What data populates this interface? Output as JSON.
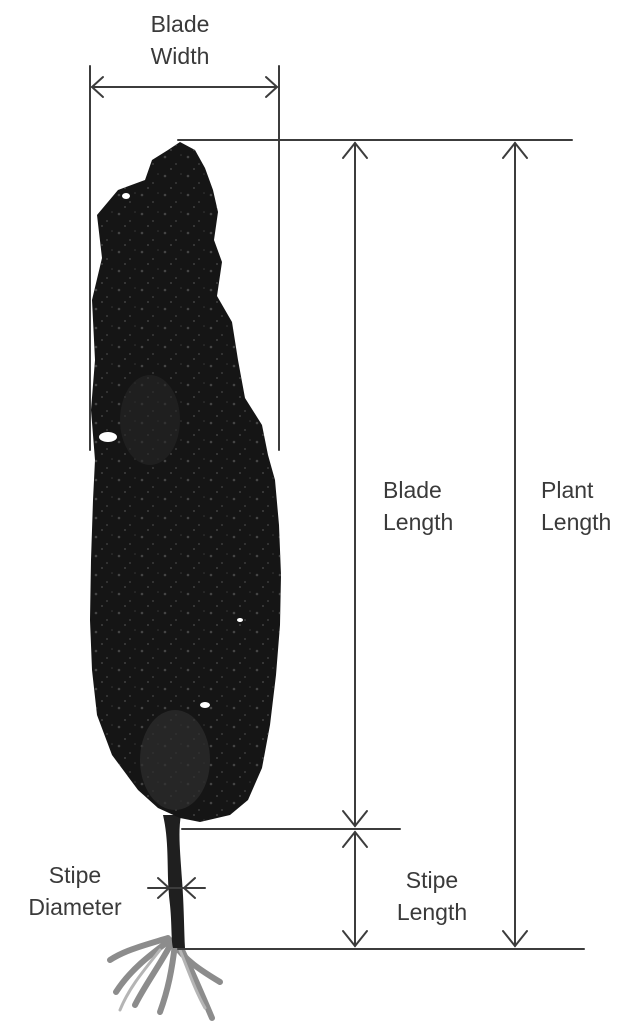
{
  "labels": {
    "blade_width": [
      "Blade",
      "Width"
    ],
    "blade_length": [
      "Blade",
      "Length"
    ],
    "plant_length": [
      "Plant",
      "Length"
    ],
    "stipe_diameter": [
      "Stipe",
      "Diameter"
    ],
    "stipe_length": [
      "Stipe",
      "Length"
    ]
  },
  "colors": {
    "line": "#3c3c3c",
    "text": "#3a3a3a",
    "specimen": "#151515",
    "background": "#ffffff"
  },
  "figure": {
    "subject": "kelp specimen photograph with measurement annotations"
  }
}
